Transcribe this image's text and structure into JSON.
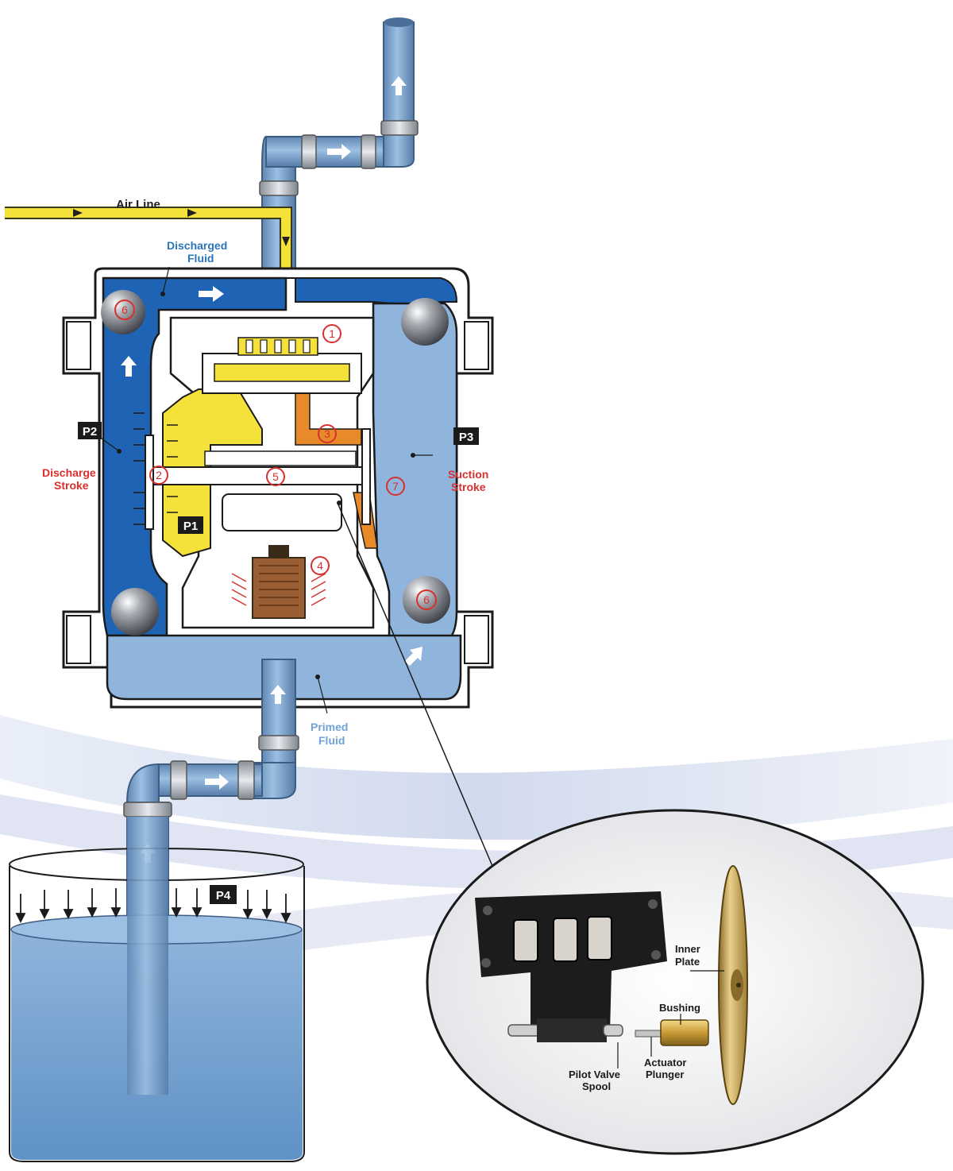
{
  "labels": {
    "air_line": "Air Line",
    "discharged_fluid_1": "Discharged",
    "discharged_fluid_2": "Fluid",
    "discharge_stroke_1": "Discharge",
    "discharge_stroke_2": "Stroke",
    "suction_stroke_1": "Suction",
    "suction_stroke_2": "Stroke",
    "primed_fluid_1": "Primed",
    "primed_fluid_2": "Fluid",
    "inner_plate_1": "Inner",
    "inner_plate_2": "Plate",
    "bushing": "Bushing",
    "actuator_plunger_1": "Actuator",
    "actuator_plunger_2": "Plunger",
    "pilot_valve_spool_1": "Pilot Valve",
    "pilot_valve_spool_2": "Spool"
  },
  "pressure_tags": {
    "p1": "P1",
    "p2": "P2",
    "p3": "P3",
    "p4": "P4"
  },
  "callouts": {
    "c1": "1",
    "c2": "2",
    "c3": "3",
    "c4": "4",
    "c5": "5",
    "c6_top": "6",
    "c6_bottom": "6",
    "c7": "7"
  },
  "colors": {
    "discharge_fluid": "#1f64b4",
    "suction_fluid": "#8fb5dc",
    "pipe": "#7ea6cf",
    "air": "#f4e23a",
    "exhaust": "#e8892a",
    "callout_red": "#d8302f",
    "label_blue": "#2a74b8",
    "label_red": "#d8302f"
  }
}
